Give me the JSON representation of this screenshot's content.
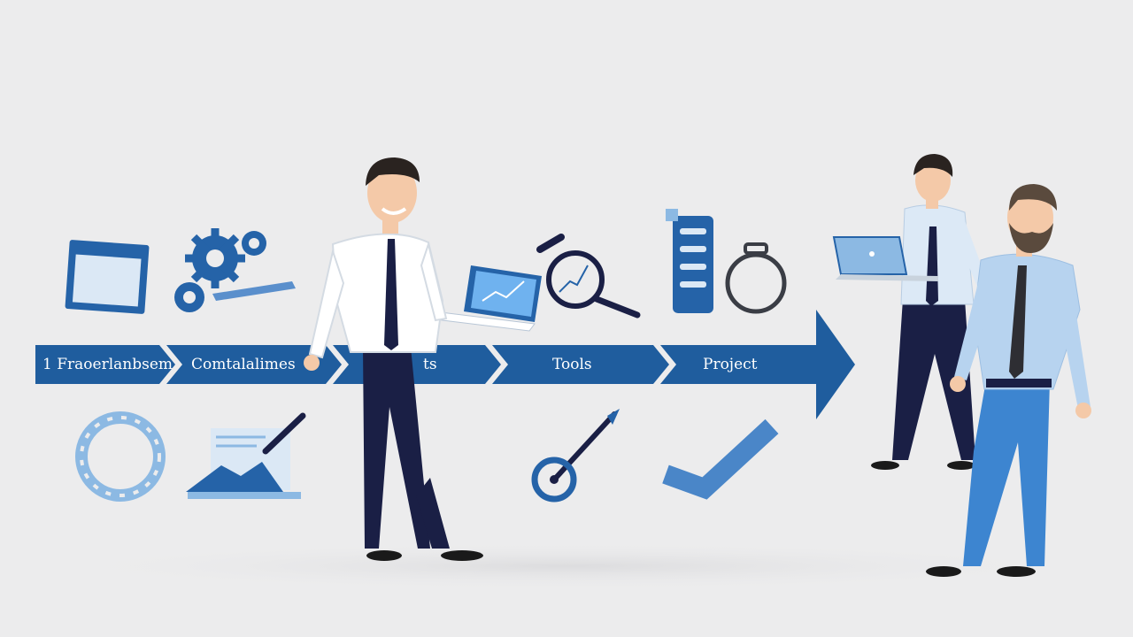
{
  "process": {
    "steps": [
      {
        "label": "1 Fraoerlanbsem"
      },
      {
        "label": "Comtalalimes"
      },
      {
        "label": "ts"
      },
      {
        "label": "Tools"
      },
      {
        "label": "Project"
      }
    ]
  },
  "colors": {
    "background": "#ececed",
    "arrow_blue": "#1f5d9e",
    "icon_blue": "#2563a8",
    "light_blue": "#8cb9e3",
    "navy": "#1a1f45",
    "shirt_white": "#ffffff",
    "shirt_light_blue": "#c9dff3",
    "skin": "#f4c9a8",
    "hair": "#2a2320"
  },
  "icons": [
    "window-icon",
    "gears-icon",
    "laptop-chart-icon",
    "magnifier-chart-icon",
    "database-icon",
    "ring-icon",
    "gear-ring-icon",
    "document-chart-icon",
    "pin-icon",
    "checkmark-icon"
  ]
}
